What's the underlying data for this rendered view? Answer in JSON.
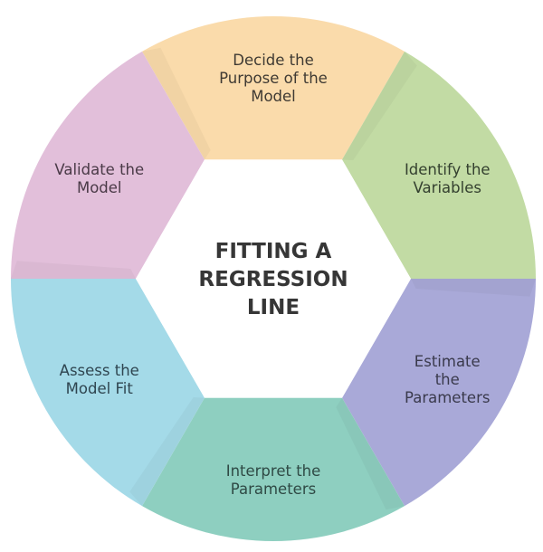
{
  "title": {
    "lines": [
      "FITTING A",
      "REGRESSION",
      "LINE"
    ]
  },
  "steps": [
    {
      "name": "decide-purpose",
      "lines": [
        "Decide the",
        "Purpose of the",
        "Model"
      ],
      "color": "#FADBAB",
      "text_color": "#3f3a33"
    },
    {
      "name": "identify-variables",
      "lines": [
        "Identify the",
        "Variables"
      ],
      "color": "#C2DBA4",
      "text_color": "#34402f"
    },
    {
      "name": "estimate-parameters",
      "lines": [
        "Estimate",
        "the",
        "Parameters"
      ],
      "color": "#A9A9D8",
      "text_color": "#3a3a4c"
    },
    {
      "name": "interpret-parameters",
      "lines": [
        "Interpret the",
        "Parameters"
      ],
      "color": "#8ECFC0",
      "text_color": "#2f4a45"
    },
    {
      "name": "assess-model-fit",
      "lines": [
        "Assess the",
        "Model Fit"
      ],
      "color": "#A4DAE8",
      "text_color": "#2f4550"
    },
    {
      "name": "validate-model",
      "lines": [
        "Validate the",
        "Model"
      ],
      "color": "#E2BFDA",
      "text_color": "#4a3a47"
    }
  ]
}
